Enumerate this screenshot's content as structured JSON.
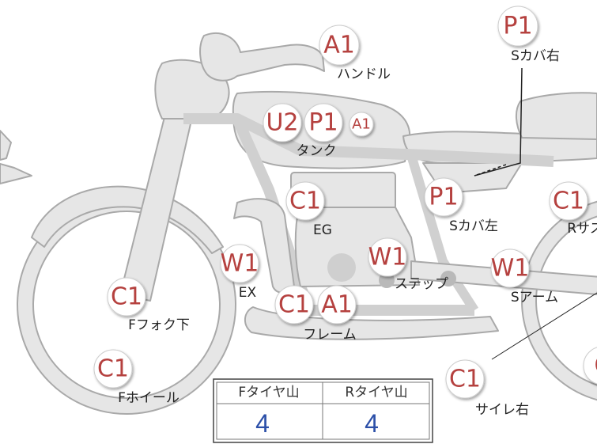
{
  "markers": [
    {
      "id": "handle",
      "codes": [
        "A1"
      ],
      "label": "ハンドル"
    },
    {
      "id": "s-cover-right",
      "codes": [
        "P1"
      ],
      "label": "Sカバ右"
    },
    {
      "id": "tank",
      "codes": [
        "U2",
        "P1",
        "A1"
      ],
      "label": "タンク"
    },
    {
      "id": "engine",
      "codes": [
        "C1"
      ],
      "label": "EG"
    },
    {
      "id": "s-cover-left",
      "codes": [
        "P1"
      ],
      "label": "Sカバ左"
    },
    {
      "id": "r-suspension",
      "codes": [
        "C1"
      ],
      "label": "Rサス"
    },
    {
      "id": "exhaust",
      "codes": [
        "W1"
      ],
      "label": "EX"
    },
    {
      "id": "step",
      "codes": [
        "W1"
      ],
      "label": "ステップ"
    },
    {
      "id": "s-arm",
      "codes": [
        "W1"
      ],
      "label": "Sアーム"
    },
    {
      "id": "f-fork-lower",
      "codes": [
        "C1"
      ],
      "label": "Fフォク下"
    },
    {
      "id": "frame",
      "codes": [
        "C1",
        "A1"
      ],
      "label": "フレーム"
    },
    {
      "id": "f-wheel",
      "codes": [
        "C1"
      ],
      "label": "Fホイール"
    },
    {
      "id": "side-stand-right",
      "codes": [
        "C1"
      ],
      "label": "サイレ右"
    },
    {
      "id": "r-wheel",
      "codes": [
        "C"
      ],
      "label": ""
    }
  ],
  "tire_table": {
    "headers": [
      "Fタイヤ山",
      "Rタイヤ山"
    ],
    "values": [
      "4",
      "4"
    ]
  },
  "colors": {
    "badge_text": "#b5413f",
    "value_text": "#2b4fa8",
    "silhouette_fill": "#e6e6e6",
    "silhouette_stroke": "#a9a9a9"
  }
}
